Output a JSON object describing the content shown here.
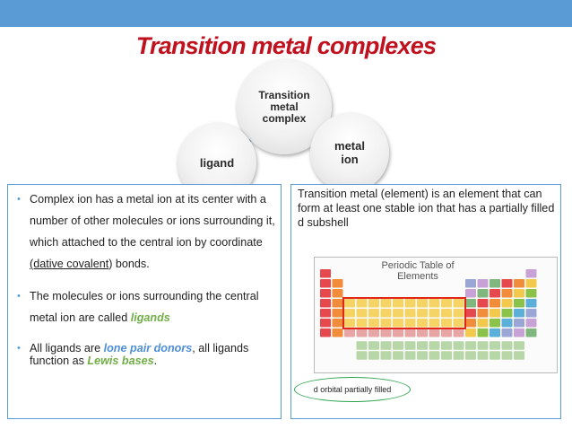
{
  "slide": {
    "title": "Transition metal complexes"
  },
  "diagram": {
    "center": "Transition\nmetal\ncomplex",
    "left": "ligand",
    "right": "metal\nion"
  },
  "left_panel": {
    "bullet1_a": "Complex ion has a metal ion at its center with a number of other molecules or ions surrounding it, which attached to the central ion by coordinate ",
    "bullet1_u": "(dative covalent",
    "bullet1_b": ") bonds.",
    "bullet2_a": "The molecules or ions surrounding the central metal ion are called ",
    "bullet2_em": "ligands",
    "bullet3_a": "All ligands are ",
    "bullet3_em1": "lone pair donors",
    "bullet3_b": ", all ligands function as ",
    "bullet3_em2": "Lewis bases",
    "bullet3_c": "."
  },
  "right_panel": {
    "definition": "Transition metal (element) is an element that can form at least one stable ion that has a partially filled d subshell",
    "periodic_table_title": "Periodic Table of Elements",
    "callout": "d orbital partially filled"
  },
  "colors": {
    "accent": "#5b9bd5",
    "title": "#c0111f",
    "highlight_green": "#70ad47",
    "highlight_blue": "#4f8fd6",
    "callout_border": "#2ea44f",
    "dblock_border": "#e0261b"
  }
}
